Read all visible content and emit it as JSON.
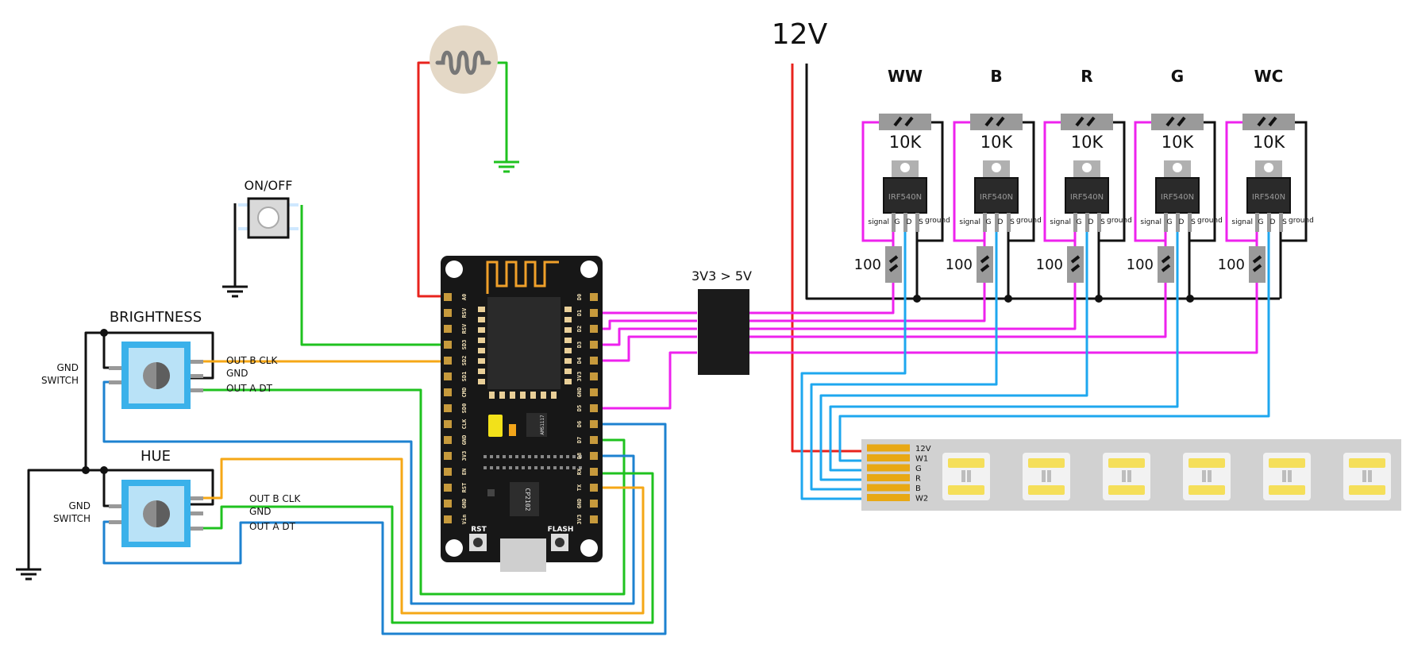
{
  "supply": {
    "voltage_label": "12V"
  },
  "sensor": {
    "label": ""
  },
  "switch": {
    "label": "ON/OFF"
  },
  "encoders": [
    {
      "title": "BRIGHTNESS",
      "left_label_1": "GND",
      "left_label_2": "SWITCH",
      "pin1": "OUT B CLK",
      "pin2": "GND",
      "pin3": "OUT A DT"
    },
    {
      "title": "HUE",
      "left_label_1": "GND",
      "left_label_2": "SWITCH",
      "pin1": "OUT B CLK",
      "pin2": "GND",
      "pin3": "OUT A DT"
    }
  ],
  "mcu": {
    "left_pins": [
      "A0",
      "RSV",
      "RSV",
      "SD3",
      "SD2",
      "SD1",
      "CMD",
      "SD0",
      "CLK",
      "GND",
      "3V3",
      "EN",
      "RST",
      "GND",
      "Vin"
    ],
    "right_pins": [
      "D0",
      "D1",
      "D2",
      "D3",
      "D4",
      "3V3",
      "GND",
      "D5",
      "D6",
      "D7",
      "D8",
      "RX",
      "TX",
      "GND",
      "3V3"
    ],
    "chip_label": "CP2102",
    "regulator_label": "AMS1117",
    "button_rst": "RST",
    "button_flash": "FLASH"
  },
  "level_shifter": {
    "label": "3V3 > 5V"
  },
  "channels": [
    {
      "name": "WW",
      "resistor": "10K",
      "mosfet": "IRF540N",
      "gate_resistor": "100",
      "pin_signal": "signal",
      "pin_g": "G",
      "pin_d": "D",
      "pin_s": "S",
      "pin_ground": "ground"
    },
    {
      "name": "B",
      "resistor": "10K",
      "mosfet": "IRF540N",
      "gate_resistor": "100",
      "pin_signal": "signal",
      "pin_g": "G",
      "pin_d": "D",
      "pin_s": "S",
      "pin_ground": "ground"
    },
    {
      "name": "R",
      "resistor": "10K",
      "mosfet": "IRF540N",
      "gate_resistor": "100",
      "pin_signal": "signal",
      "pin_g": "G",
      "pin_d": "D",
      "pin_s": "S",
      "pin_ground": "ground"
    },
    {
      "name": "G",
      "resistor": "10K",
      "mosfet": "IRF540N",
      "gate_resistor": "100",
      "pin_signal": "signal",
      "pin_g": "G",
      "pin_d": "D",
      "pin_s": "S",
      "pin_ground": "ground"
    },
    {
      "name": "WC",
      "resistor": "10K",
      "mosfet": "IRF540N",
      "gate_resistor": "100",
      "pin_signal": "signal",
      "pin_g": "G",
      "pin_d": "D",
      "pin_s": "S",
      "pin_ground": "ground"
    }
  ],
  "strip": {
    "pads": [
      "12V",
      "W1",
      "G",
      "R",
      "B",
      "W2"
    ]
  },
  "colors": {
    "power": "#e8231d",
    "ground": "#111111",
    "signal": "#ee22ee",
    "data_green": "#1fc21f",
    "data_orange": "#f5a716",
    "data_blue": "#1d82d0",
    "drain": "#1ea7ef"
  }
}
